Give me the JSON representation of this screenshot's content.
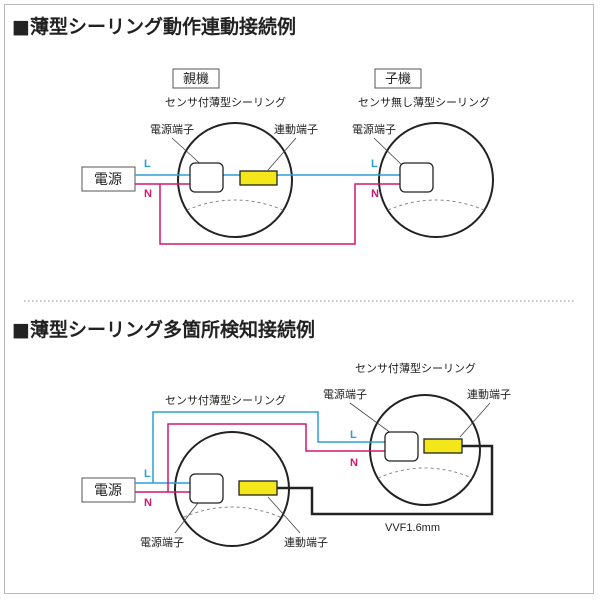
{
  "section1": {
    "title": "■薄型シーリング動作連動接続例",
    "parent_box": "親機",
    "child_box": "子機",
    "parent_desc": "センサ付薄型シーリング",
    "child_desc": "センサ無し薄型シーリング",
    "power_terminal": "電源端子",
    "link_terminal": "連動端子",
    "power_source": "電源",
    "L": "L",
    "N": "N"
  },
  "section2": {
    "title": "■薄型シーリング多箇所検知接続例",
    "right_desc": "センサ付薄型シーリング",
    "left_desc": "センサ付薄型シーリング",
    "power_terminal": "電源端子",
    "link_terminal": "連動端子",
    "power_source": "電源",
    "L": "L",
    "N": "N",
    "cable": "VVF1.6mm"
  },
  "colors": {
    "L_wire": "#2a9fd8",
    "N_wire": "#d4166e",
    "link_terminal_fill": "#f3e619",
    "link_wire": "#222222"
  }
}
